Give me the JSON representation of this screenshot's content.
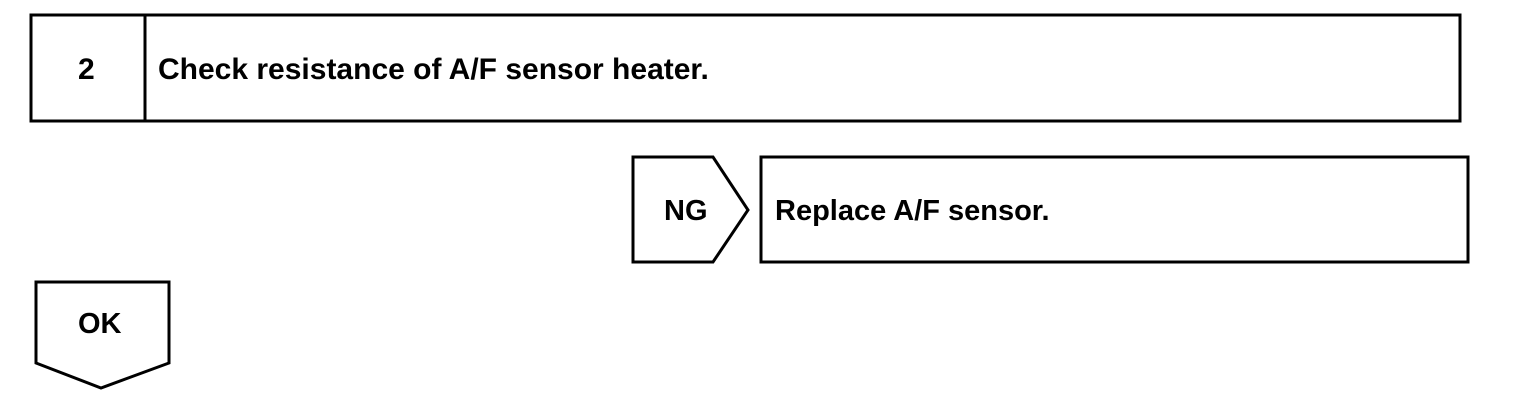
{
  "step": {
    "number": "2",
    "title": "Check resistance of A/F sensor heater."
  },
  "ng_branch": {
    "label": "NG",
    "action": "Replace A/F sensor."
  },
  "ok_branch": {
    "label": "OK"
  }
}
